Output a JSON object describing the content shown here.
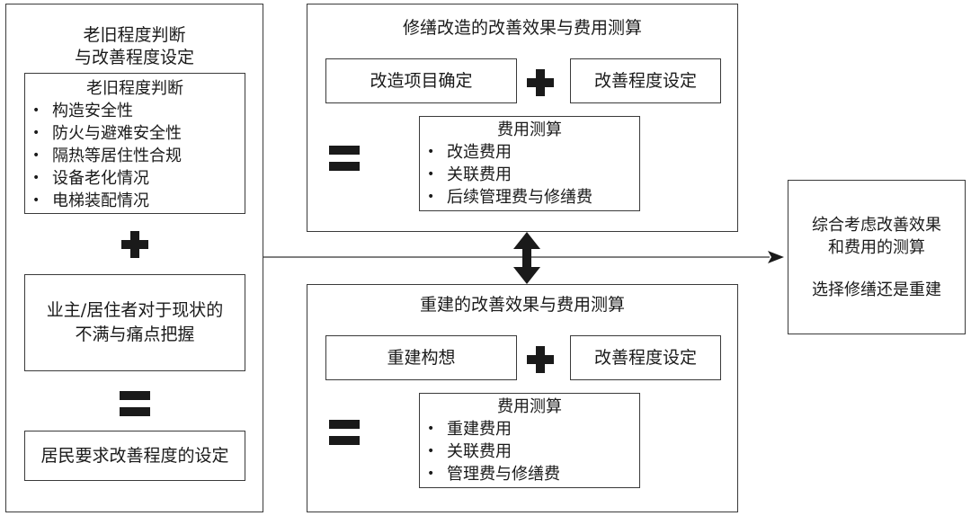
{
  "left_panel": {
    "title": "老旧程度判断\n与改善程度设定",
    "age_box": {
      "heading": "老旧程度判断",
      "items": [
        "构造安全性",
        "防火与避难安全性",
        "隔热等居住性合规",
        "设备老化情况",
        "电梯装配情况"
      ]
    },
    "owner_box": "业主/居住者对于现状的\n不满与痛点把握",
    "result_box": "居民要求改善程度的设定"
  },
  "renovation_panel": {
    "title": "修缮改造的改善效果与费用测算",
    "scope_box": "改造项目确定",
    "level_box": "改善程度设定",
    "cost_box": {
      "heading": "费用测算",
      "items": [
        "改造费用",
        "关联费用",
        "后续管理费与修缮费"
      ]
    }
  },
  "rebuild_panel": {
    "title": "重建的改善效果与费用测算",
    "concept_box": "重建构想",
    "level_box": "改善程度设定",
    "cost_box": {
      "heading": "费用测算",
      "items": [
        "重建费用",
        "关联费用",
        "管理费与修缮费"
      ]
    }
  },
  "decision_box": {
    "line1": "综合考虑改善效果\n和费用的测算",
    "line2": "选择修缮还是重建"
  }
}
